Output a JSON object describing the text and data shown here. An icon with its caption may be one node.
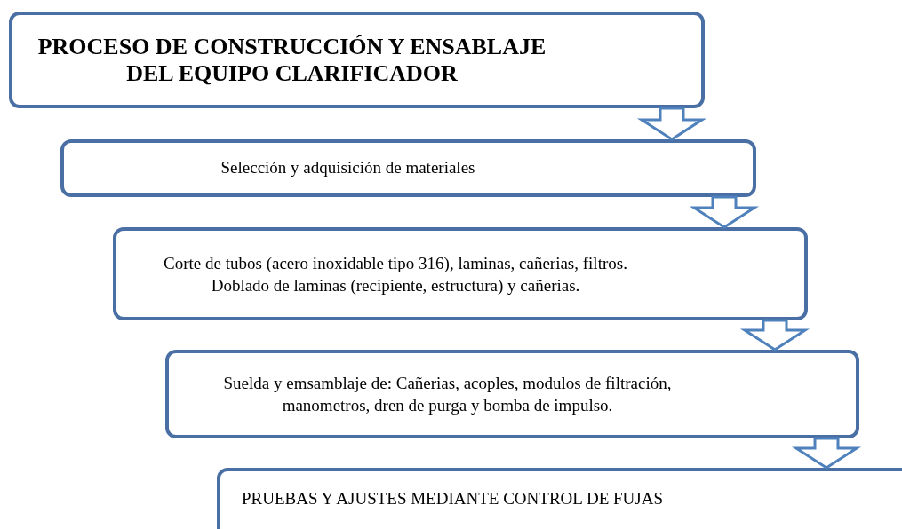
{
  "diagram": {
    "nodes": [
      {
        "text": [
          "PROCESO DE CONSTRUCCIÓN Y ENSABLAJE DEL EQUIPO CLARIFICADOR"
        ]
      },
      {
        "text": [
          "Selección y adquisición de materiales"
        ]
      },
      {
        "text": [
          "Corte de tubos (acero inoxidable tipo 316), laminas, cañerias, filtros. Doblado de laminas (recipiente, estructura) y cañerias."
        ]
      },
      {
        "text": [
          "Suelda y emsamblaje de: Cañerias, acoples, modulos de filtración, manometros, dren de purga y bomba de impulso."
        ]
      },
      {
        "text": [
          "PRUEBAS Y AJUSTES MEDIANTE CONTROL DE FUJAS"
        ]
      }
    ],
    "edges": [
      {
        "from": 0,
        "to": 1,
        "arrow": "to"
      },
      {
        "from": 1,
        "to": 2,
        "arrow": "to"
      },
      {
        "from": 2,
        "to": 3,
        "arrow": "to"
      },
      {
        "from": 3,
        "to": 4,
        "arrow": "to"
      }
    ]
  }
}
